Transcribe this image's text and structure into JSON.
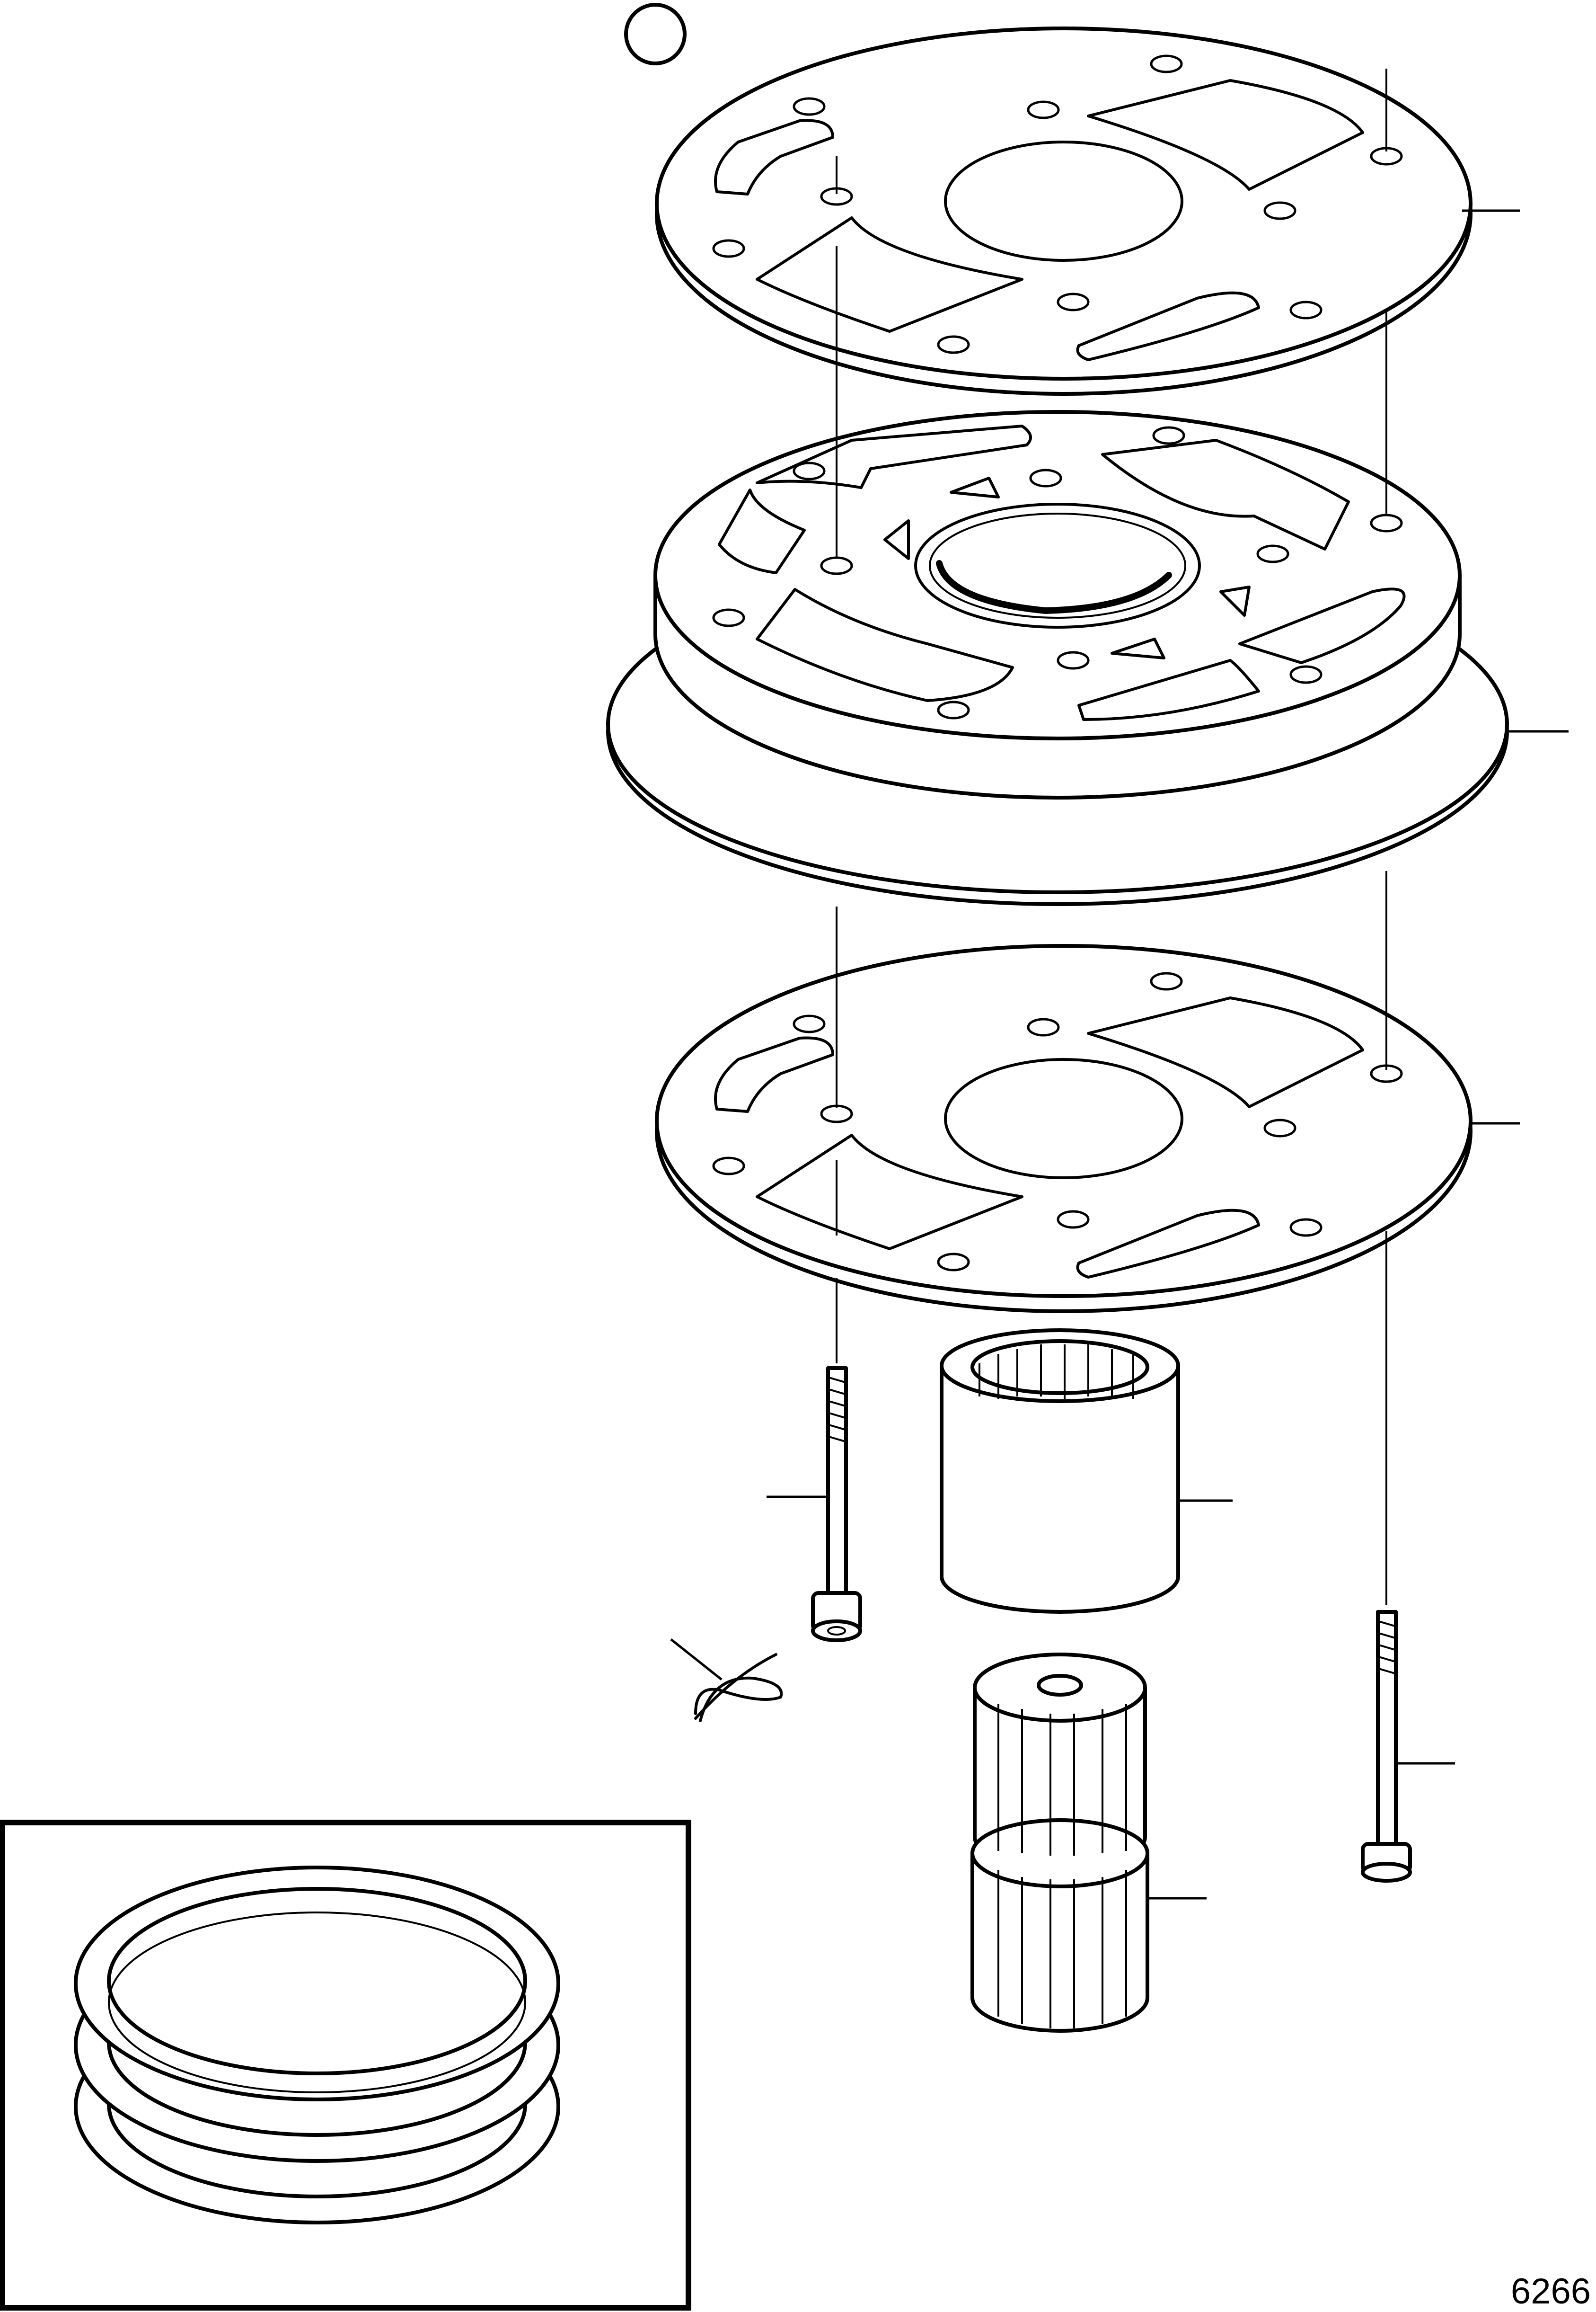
{
  "figure": {
    "number": "6266"
  },
  "parts": [
    {
      "id": "top-plate",
      "kind": "plate"
    },
    {
      "id": "pump-body",
      "kind": "housing"
    },
    {
      "id": "bottom-plate",
      "kind": "plate"
    },
    {
      "id": "long-screw-left",
      "kind": "screw"
    },
    {
      "id": "sleeve",
      "kind": "splined-sleeve"
    },
    {
      "id": "screw-right",
      "kind": "screw"
    },
    {
      "id": "spline-shaft",
      "kind": "splined-shaft"
    },
    {
      "id": "seal",
      "kind": "o-ring"
    },
    {
      "id": "seal-rings-detail",
      "kind": "ring-set"
    }
  ]
}
